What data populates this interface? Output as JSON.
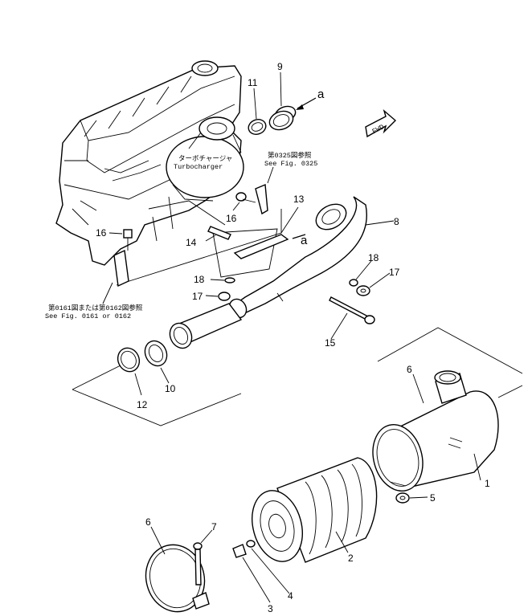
{
  "callouts": {
    "n1": "1",
    "n2": "2",
    "n3": "3",
    "n4": "4",
    "n5": "5",
    "n6a": "6",
    "n6b": "6",
    "n7": "7",
    "n8": "8",
    "n9": "9",
    "n10": "10",
    "n11": "11",
    "n12": "12",
    "n13": "13",
    "n14": "14",
    "n15": "15",
    "n16a": "16",
    "n16b": "16",
    "n17a": "17",
    "n17b": "17",
    "n18a": "18",
    "n18b": "18",
    "a1": "a",
    "a2": "a"
  },
  "notes": {
    "turbo_jp": "ターボチャージャ",
    "turbo_en": "Turbocharger",
    "fig0325_jp": "第0325図参照",
    "fig0325_en": "See Fig. 0325",
    "fig0161_jp": "第0161図または第0162図参照",
    "fig0161_en": "See Fig. 0161 or 0162"
  },
  "badge": {
    "fwd": "FWD"
  }
}
